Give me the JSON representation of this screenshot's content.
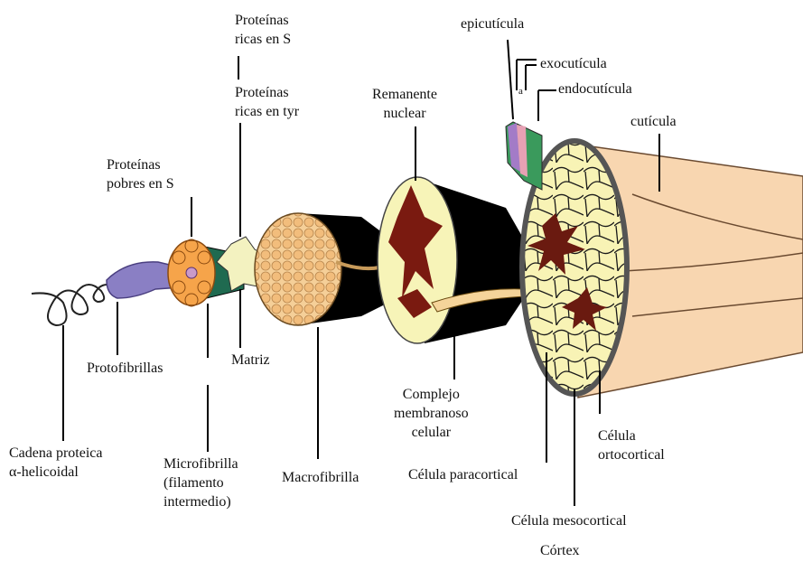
{
  "diagram": {
    "labels": {
      "cadena": "Cadena proteica\nα-helicoidal",
      "protofibrillas": "Protofibrillas",
      "proteinas_pobres": "Proteínas\npobres en S",
      "proteinas_ricas_s": "Proteínas\nricas en S",
      "proteinas_ricas_tyr": "Proteínas\nricas en tyr",
      "matriz": "Matriz",
      "microfibrilla": "Microfibrilla\n(filamento\nintermedio)",
      "macrofibrilla": "Macrofibrilla",
      "remanente": "Remanente\nnuclear",
      "complejo": "Complejo\nmembranoso\ncelular",
      "epicuticula": "epicutícula",
      "exocuticula": "exocutícula",
      "a_mark": "a",
      "endocuticula": "endocutícula",
      "cuticula": "cutícula",
      "paracortical": "Célula paracortical",
      "ortocortical": "Célula\nortocortical",
      "mesocortical": "Célula mesocortical",
      "cortex": "Córtex"
    },
    "colors": {
      "protofibril": "#8a7fc4",
      "microfibril": "#f6a44a",
      "matrix": "#f3f2c0",
      "macrofibril": "#f2c48a",
      "cell_fill": "#f7f4b8",
      "dark": "#000000",
      "nucleus": "#7a1a10",
      "skin": "#f8d6b0",
      "green": "#3a9a5c",
      "violet": "#a37bc7",
      "pink": "#e7a1b4"
    }
  }
}
